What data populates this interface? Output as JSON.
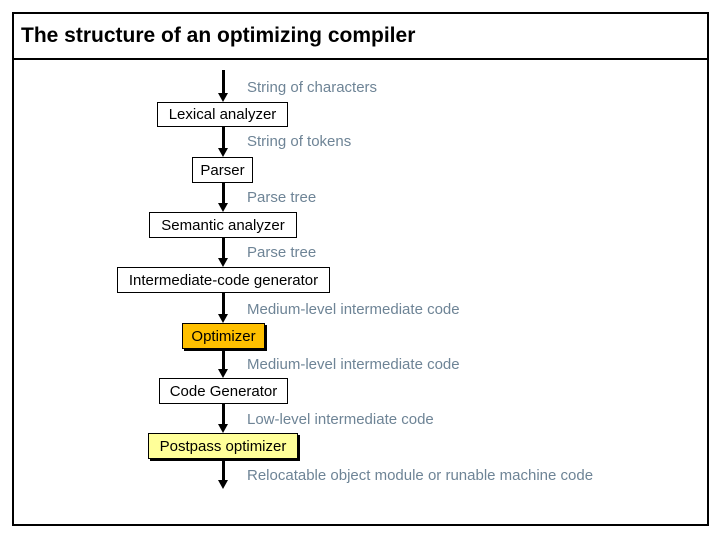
{
  "title": "The structure of an optimizing compiler",
  "colors": {
    "background": "#FFFFFF",
    "frame_border": "#000000",
    "box_border": "#000000",
    "box_fill_default": "#FFFFFF",
    "optimizer_fill": "#FFC000",
    "postpass_optimizer_fill": "#FFFF99",
    "edge_label_text": "#6E8496",
    "box_text": "#000000",
    "arrow": "#000000"
  },
  "flow": {
    "boxes": [
      {
        "label": "Lexical analyzer",
        "fill": "#FFFFFF"
      },
      {
        "label": "Parser",
        "fill": "#FFFFFF"
      },
      {
        "label": "Semantic analyzer",
        "fill": "#FFFFFF"
      },
      {
        "label": "Intermediate-code generator",
        "fill": "#FFFFFF"
      },
      {
        "label": "Optimizer",
        "fill": "#FFC000"
      },
      {
        "label": "Code Generator",
        "fill": "#FFFFFF"
      },
      {
        "label": "Postpass optimizer",
        "fill": "#FFFF99"
      }
    ],
    "labels": [
      {
        "text": "String of characters"
      },
      {
        "text": "String of tokens"
      },
      {
        "text": "Parse tree"
      },
      {
        "text": "Parse tree"
      },
      {
        "text": "Medium-level intermediate code"
      },
      {
        "text": "Medium-level intermediate code"
      },
      {
        "text": "Low-level intermediate code"
      },
      {
        "text": "Relocatable object module or runable machine code"
      }
    ]
  }
}
